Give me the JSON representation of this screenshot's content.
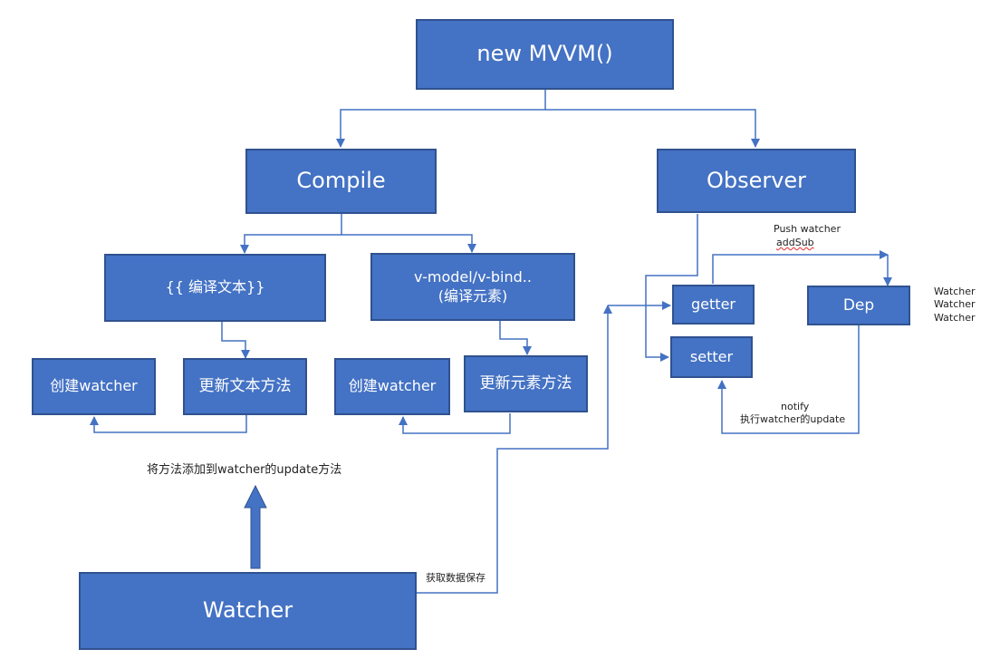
{
  "diagram": {
    "title_box": "new MVVM()",
    "compile": "Compile",
    "observer": "Observer",
    "compile_text": "{{ 编译文本}}",
    "compile_element_line1": "v-model/v-bind..",
    "compile_element_line2": "(编译元素)",
    "create_watcher_1": "创建watcher",
    "update_text_method": "更新文本方法",
    "create_watcher_2": "创建watcher",
    "update_element_method": "更新元素方法",
    "getter": "getter",
    "setter": "setter",
    "dep": "Dep",
    "watcher": "Watcher",
    "labels": {
      "push_watcher": "Push watcher",
      "add_sub": "addSub",
      "dep_subs": [
        "Watcher",
        "Watcher",
        "Watcher"
      ],
      "notify": "notify",
      "exec_update": "执行watcher的update",
      "add_to_update": "将方法添加到watcher的update方法",
      "get_data_save": "获取数据保存"
    },
    "colors": {
      "box_fill": "#4472c4",
      "box_border": "#2f528f",
      "line": "#4472c4"
    }
  }
}
